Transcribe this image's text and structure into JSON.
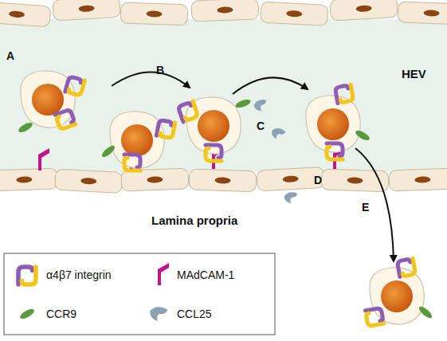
{
  "diagram": {
    "labels": [
      "A",
      "B",
      "C",
      "D",
      "E",
      "HEV",
      "Lamina propria"
    ],
    "legend": [
      {
        "text": "α4β7 integrin"
      },
      {
        "text": "MAdCAM-1"
      },
      {
        "text": "CCR9"
      },
      {
        "text": "CCL25"
      }
    ]
  }
}
